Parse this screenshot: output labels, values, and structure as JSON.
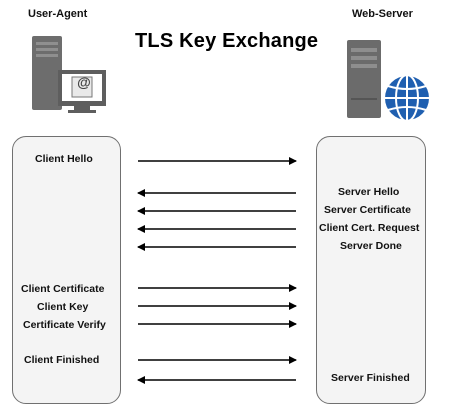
{
  "title": "TLS Key Exchange",
  "client": {
    "label": "User-Agent",
    "icon": "desktop-computer-with-email-icon",
    "messages": [
      "Client Hello",
      "Client Certificate",
      "Client Key",
      "Certificate Verify",
      "Client Finished"
    ]
  },
  "server": {
    "label": "Web-Server",
    "icon": "server-with-globe-icon",
    "messages": [
      "Server Hello",
      "Server Certificate",
      "Client Cert. Request",
      "Server Done",
      "Server Finished"
    ]
  },
  "icon_text": "@",
  "arrows": [
    {
      "direction": "to-server"
    },
    {
      "direction": "to-client"
    },
    {
      "direction": "to-client"
    },
    {
      "direction": "to-client"
    },
    {
      "direction": "to-client"
    },
    {
      "direction": "to-server"
    },
    {
      "direction": "to-server"
    },
    {
      "direction": "to-server"
    },
    {
      "direction": "to-server"
    },
    {
      "direction": "to-client"
    }
  ],
  "colors": {
    "panel_fill": "#f4f4f4",
    "panel_border": "#707070",
    "globe_blue": "#1f5fb0",
    "server_gray": "#6b6b6b"
  }
}
